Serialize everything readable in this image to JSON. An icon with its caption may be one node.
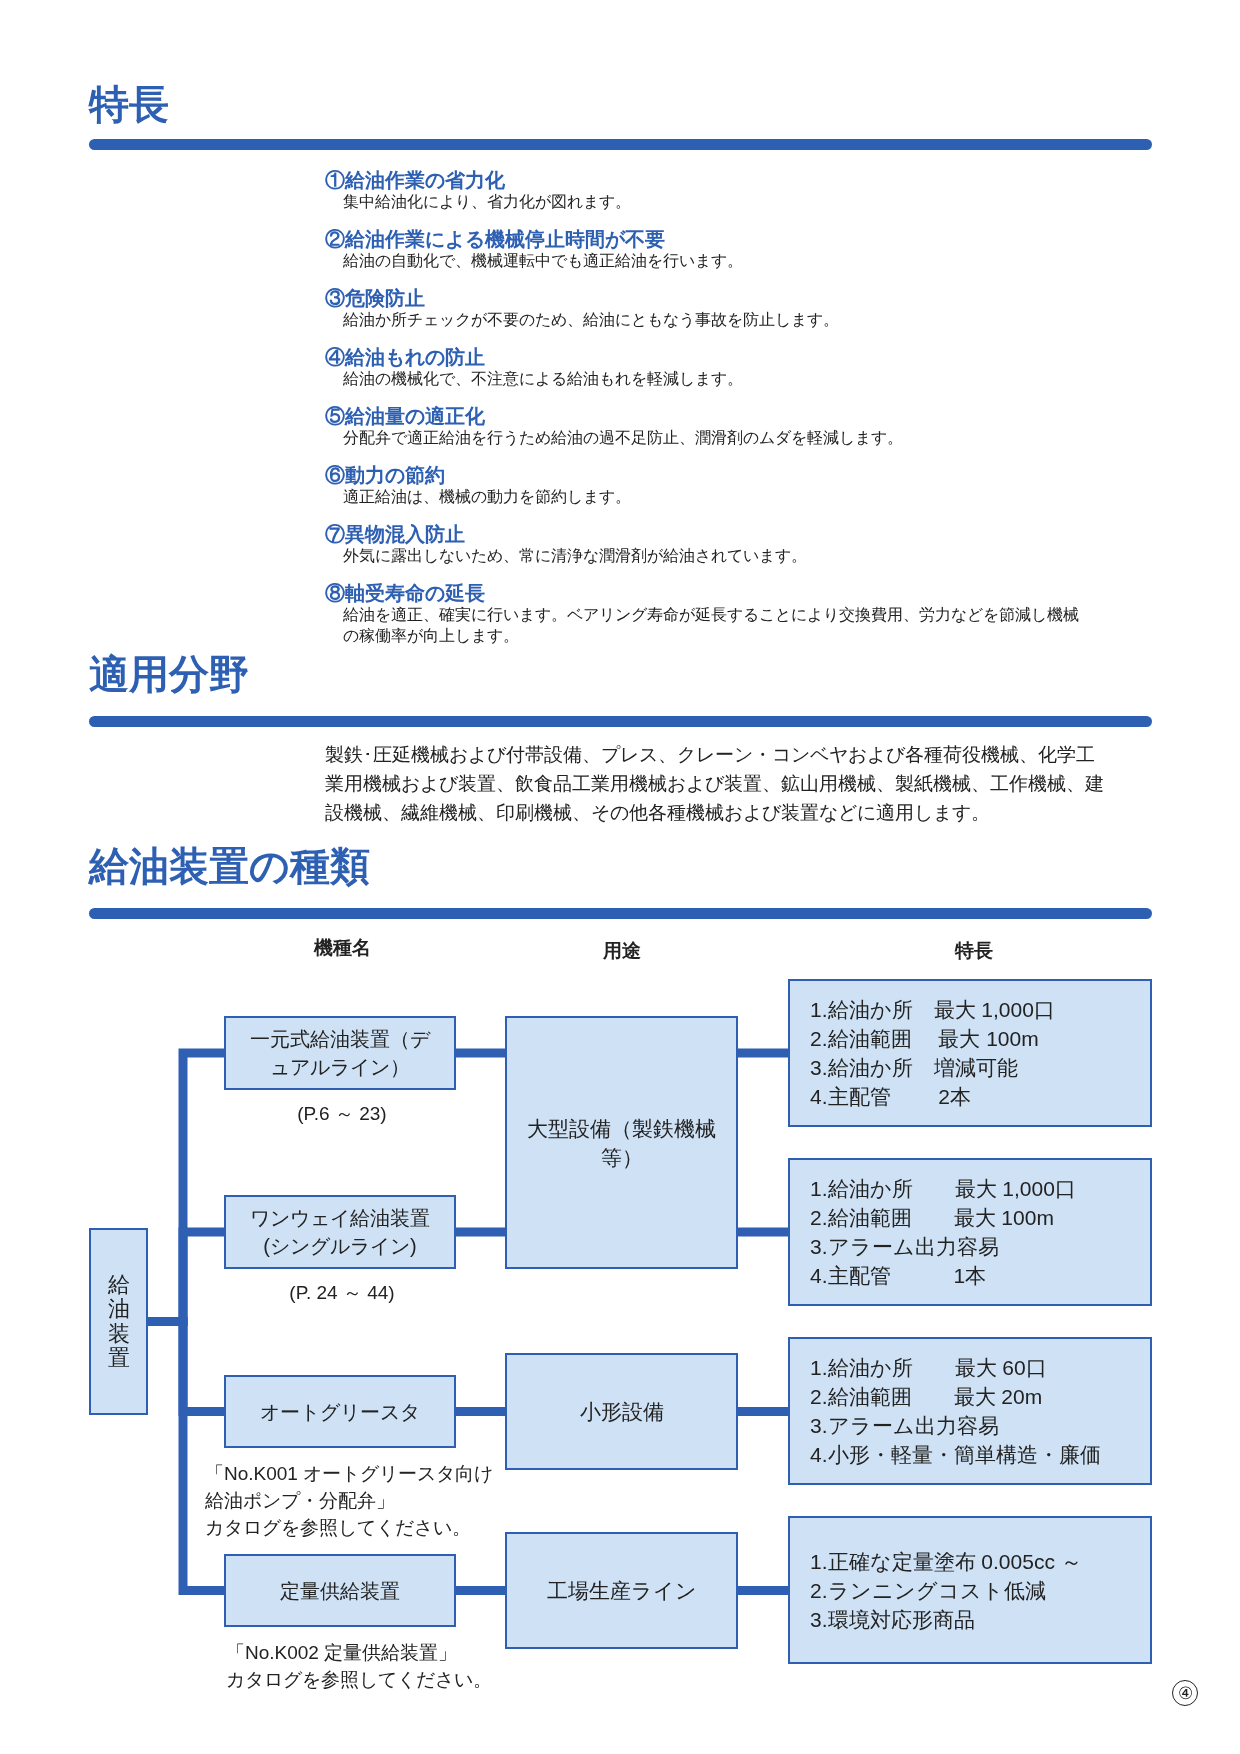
{
  "diagram": {
    "nodes": [
      {
        "text": [
          "給油装置"
        ]
      },
      {
        "text": [
          "一元式給油装置（デュアルライン）"
        ],
        "beside": [
          "(P.6 ～ 23)"
        ]
      },
      {
        "text": [
          "ワンウェイ給油装置(シングルライン)"
        ],
        "beside": [
          "(P. 24 ～ 44)"
        ]
      },
      {
        "text": [
          "オートグリースタ"
        ],
        "beside": [
          "「No.K001 オートグリースタ向け給油ポンプ・分配弁」",
          "カタログを参照してください。"
        ]
      },
      {
        "text": [
          "定量供給装置"
        ],
        "beside": [
          "「No.K002 定量供給装置」",
          "カタログを参照してください。"
        ]
      },
      {
        "text": [
          "大型設備（製鉄機械等）"
        ]
      },
      {
        "text": [
          "小形設備"
        ]
      },
      {
        "text": [
          "工場生産ライン"
        ]
      },
      {
        "text": [
          "1.給油か所　最大 1,000口",
          "2.給油範囲　 最大 100m",
          "3.給油か所　増減可能",
          "4.主配管　　 2本"
        ]
      },
      {
        "text": [
          "1.給油か所　　最大 1,000口",
          "2.給油範囲　　最大 100m",
          "3.アラーム出力容易",
          "4.主配管　　　1本"
        ]
      },
      {
        "text": [
          "1.給油か所　　最大 60口",
          "2.給油範囲　　最大 20m",
          "3.アラーム出力容易",
          "4.小形・軽量・簡単構造・廉価"
        ]
      },
      {
        "text": [
          "1.正確な定量塗布 0.005cc ～",
          "2.ランニングコスト低減",
          "3.環境対応形商品"
        ]
      }
    ],
    "edges": [
      {
        "from": 0,
        "to": 1,
        "arrow": "none"
      },
      {
        "from": 0,
        "to": 2,
        "arrow": "none"
      },
      {
        "from": 0,
        "to": 3,
        "arrow": "none"
      },
      {
        "from": 0,
        "to": 4,
        "arrow": "none"
      },
      {
        "from": 1,
        "to": 5,
        "arrow": "none"
      },
      {
        "from": 2,
        "to": 5,
        "arrow": "none"
      },
      {
        "from": 3,
        "to": 6,
        "arrow": "none"
      },
      {
        "from": 4,
        "to": 7,
        "arrow": "none"
      },
      {
        "from": 5,
        "to": 8,
        "arrow": "none"
      },
      {
        "from": 5,
        "to": 9,
        "arrow": "none"
      },
      {
        "from": 6,
        "to": 10,
        "arrow": "none"
      },
      {
        "from": 7,
        "to": 11,
        "arrow": "none"
      }
    ],
    "labels": [
      "特長",
      "①給油作業の省力化",
      "集中給油化により、省力化が図れます。",
      "②給油作業による機械停止時間が不要",
      "給油の自動化で、機械運転中でも適正給油を行います。",
      "③危険防止",
      "給油か所チェックが不要のため、給油にともなう事故を防止します。",
      "④給油もれの防止",
      "給油の機械化で、不注意による給油もれを軽減します。",
      "⑤給油量の適正化",
      "分配弁で適正給油を行うため給油の過不足防止、潤滑剤のムダを軽減します。",
      "⑥動力の節約",
      "適正給油は、機械の動力を節約します。",
      "⑦異物混入防止",
      "外気に露出しないため、常に清浄な潤滑剤が給油されています。",
      "⑧軸受寿命の延長",
      "給油を適正、確実に行います。ベアリング寿命が延長することにより交換費用、労力などを節減し機械の稼働率が向上します。",
      "適用分野",
      "製鉄･圧延機械および付帯設備、プレス、クレーン・コンベヤおよび各種荷役機械、化学工業用機械および装置、飲食品工業用機械および装置、鉱山用機械、製紙機械、工作機械、建設機械、繊維機械、印刷機械、その他各種機械および装置などに適用します。",
      "給油装置の種類",
      "機種名",
      "用途",
      "特長",
      "④"
    ]
  }
}
